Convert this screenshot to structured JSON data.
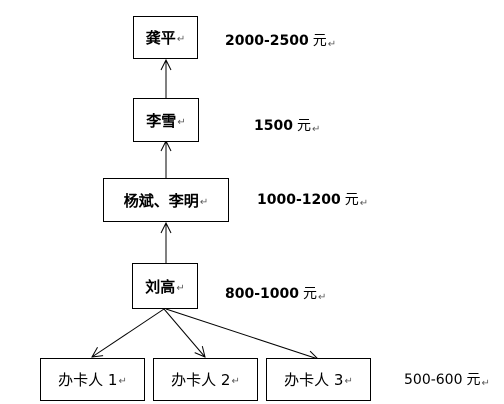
{
  "nodes": {
    "top": {
      "label": "龚平",
      "salary": "2000-2500",
      "unit": "元"
    },
    "level2": {
      "label": "李雪",
      "salary": "1500",
      "unit": "元"
    },
    "level3": {
      "label": "杨斌、李明",
      "salary": "1000-1200",
      "unit": "元"
    },
    "level4": {
      "label": "刘高",
      "salary": "800-1000",
      "unit": "元"
    },
    "leaves": [
      {
        "label": "办卡人 1"
      },
      {
        "label": "办卡人 2"
      },
      {
        "label": "办卡人 3"
      }
    ],
    "leaf_salary": "500-600",
    "leaf_unit": "元"
  },
  "paragraph_mark": "↵"
}
